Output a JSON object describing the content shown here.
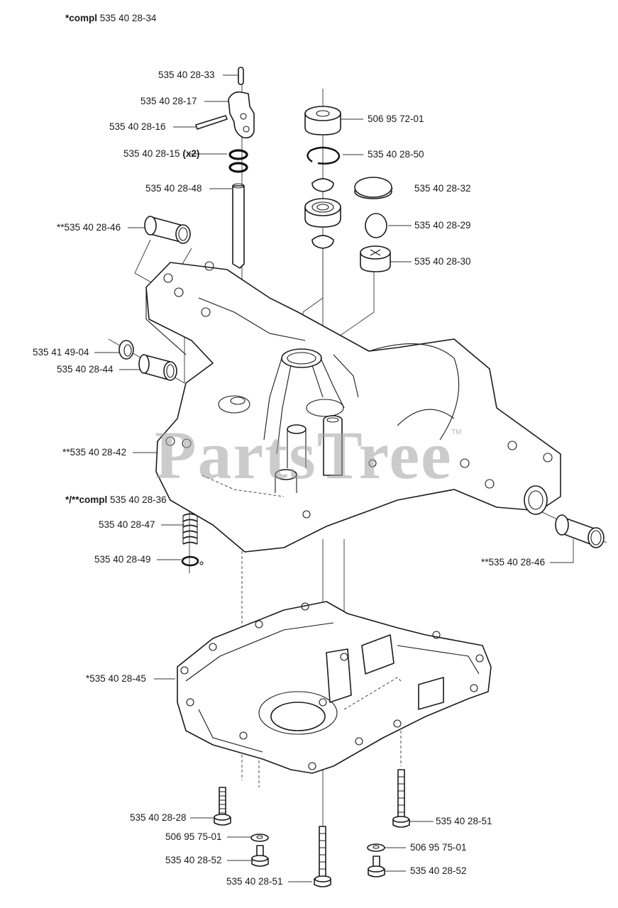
{
  "diagram": {
    "title": {
      "prefix": "*compl",
      "number": "535 40 28-34"
    },
    "watermark": "PartsTree",
    "watermark_tm": "TM",
    "labels": {
      "pin_top": "535 40 28-33",
      "lever": "535 40 28-17",
      "pin_side": "535 40 28-16",
      "oring": {
        "number": "535 40 28-15",
        "qty": "(x2)"
      },
      "shaft": "535 40 28-48",
      "bushing_upper_left": "**535 40 28-46",
      "seal_left": "535 41 49-04",
      "bushing_left": "535 40 28-44",
      "upper_housing": "**535 40 28-42",
      "valve_kit": {
        "prefix": "*/**compl",
        "number": "535 40 28-36"
      },
      "spring": "535 40 28-47",
      "circlip": "535 40 28-49",
      "seal_top": "506 95 72-01",
      "snap_ring": "535 40 28-50",
      "cap_large": "535 40 28-32",
      "cap_small": "535 40 28-29",
      "coupler": "535 40 28-30",
      "bushing_right": "**535 40 28-46",
      "lower_housing": "*535 40 28-45",
      "bolt_28": "535 40 28-28",
      "washer_left": "506 95 75-01",
      "screw_52_left": "535 40 28-52",
      "bolt_51_center": "535 40 28-51",
      "bolt_51_right": "535 40 28-51",
      "washer_right": "506 95 75-01",
      "screw_52_right": "535 40 28-52"
    }
  }
}
